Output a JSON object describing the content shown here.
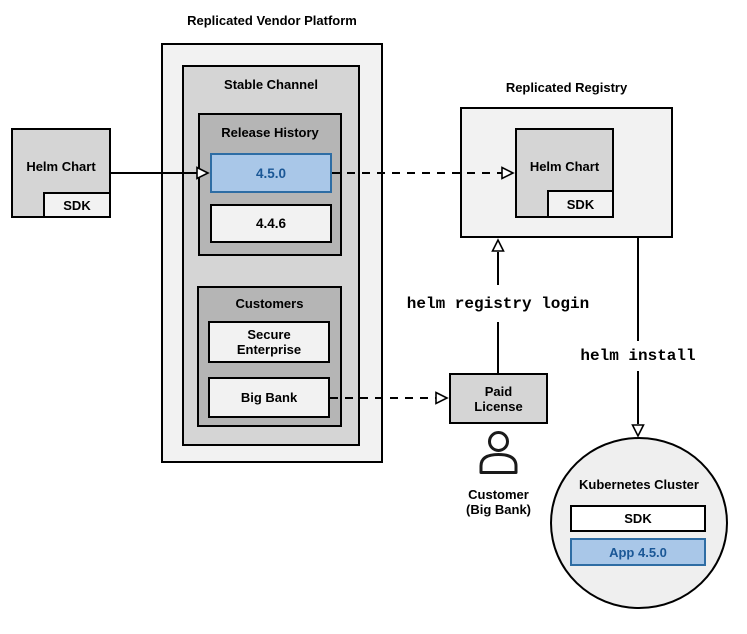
{
  "source_chart": {
    "label": "Helm Chart",
    "sdk": "SDK"
  },
  "vendor_platform": {
    "title": "Replicated Vendor Platform",
    "stable_channel": {
      "title": "Stable Channel",
      "release_history": {
        "title": "Release History",
        "releases": [
          {
            "version": "4.5.0",
            "highlighted": true
          },
          {
            "version": "4.4.6",
            "highlighted": false
          }
        ]
      },
      "customers": {
        "title": "Customers",
        "items": [
          {
            "name": "Secure Enterprise"
          },
          {
            "name": "Big Bank"
          }
        ]
      }
    }
  },
  "registry": {
    "title": "Replicated Registry",
    "helm_chart": "Helm Chart",
    "sdk": "SDK"
  },
  "paid_license": {
    "label": "Paid License"
  },
  "customer": {
    "line1": "Customer",
    "line2": "(Big Bank)"
  },
  "commands": {
    "registry_login": "helm registry login",
    "install": "helm install"
  },
  "cluster": {
    "title": "Kubernetes Cluster",
    "sdk": "SDK",
    "app": "App 4.5.0"
  },
  "colors": {
    "background": "#ffffff",
    "container_light": "#f2f2f2",
    "container_mid": "#d5d5d5",
    "container_dark": "#b5b5b5",
    "cluster_fill": "#efefef",
    "highlight_fill": "#a9c7e8",
    "highlight_border": "#2e6da4",
    "highlight_text": "#1a5796",
    "line": "#000000"
  }
}
